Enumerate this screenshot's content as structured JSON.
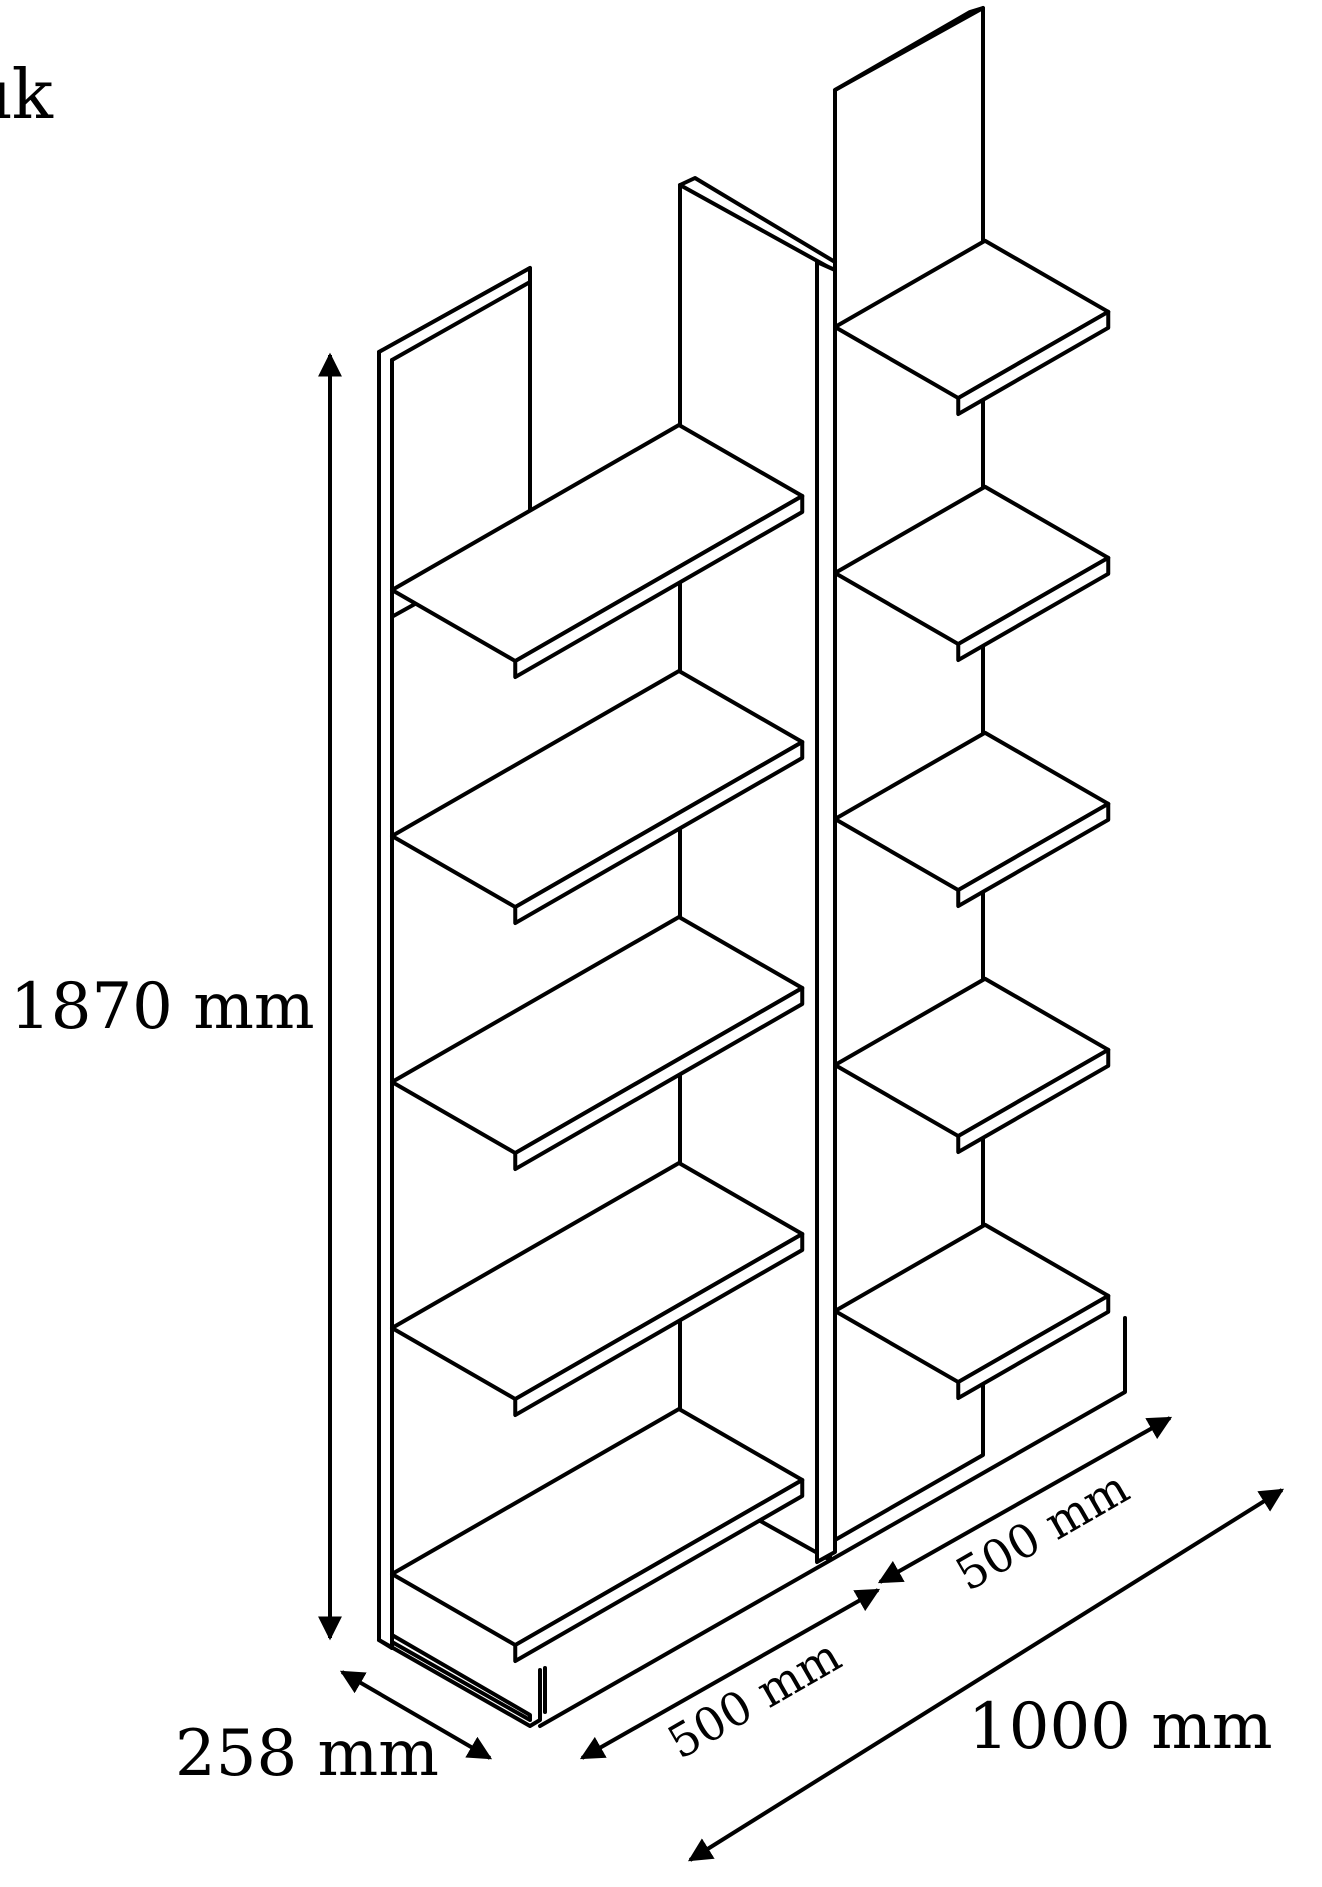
{
  "corner_text": "ık",
  "dimensions": {
    "height": "1870 mm",
    "depth": "258 mm",
    "section_left_width": "500 mm",
    "section_right_width": "500 mm",
    "total_width": "1000 mm"
  },
  "shelf_rows": 5,
  "sections": 2
}
